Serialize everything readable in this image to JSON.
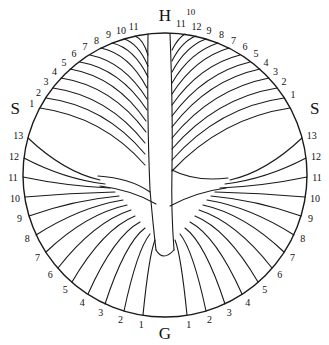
{
  "diagram": {
    "labels": [
      "H",
      "1",
      "2",
      "3",
      "4",
      "5",
      "6",
      "7",
      "8",
      "9",
      "10",
      "11",
      "S",
      "10",
      "11",
      "12",
      "9",
      "8",
      "7",
      "6",
      "5",
      "4",
      "3",
      "2",
      "1",
      "S",
      "13",
      "12",
      "11",
      "10",
      "9",
      "8",
      "7",
      "6",
      "5",
      "4",
      "3",
      "2",
      "1",
      "G",
      "1",
      "2",
      "3",
      "4",
      "5",
      "6",
      "7",
      "8",
      "9",
      "10",
      "11",
      "12",
      "13"
    ]
  }
}
